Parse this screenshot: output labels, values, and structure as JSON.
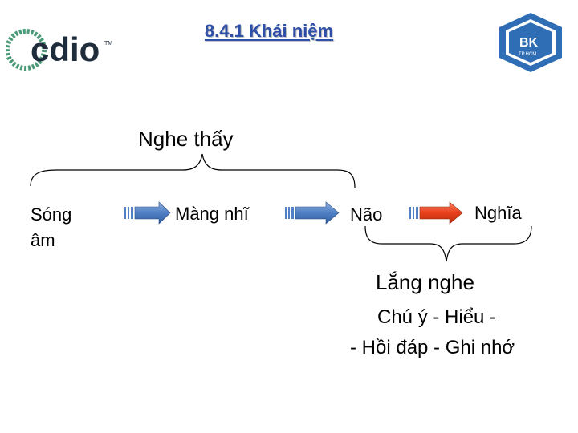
{
  "slide": {
    "title": "8.4.1 Khái niệm",
    "logo_left_text": "cdio",
    "logo_left_tm": "TM",
    "logo_right_text": "BK",
    "logo_right_sub": "TP.HCM"
  },
  "diagram": {
    "hearing_label": "Nghe thấy",
    "nodes": {
      "sound_line1": "Sóng",
      "sound_line2": "âm",
      "eardrum": "Màng nhĩ",
      "brain": "Não",
      "meaning": "Nghĩa"
    },
    "listening_label": "Lắng nghe",
    "listening_steps_line1": "Chú ý - Hiểu -",
    "listening_steps_line2": "- Hồi đáp - Ghi nhớ"
  },
  "colors": {
    "title": "#2e4fa8",
    "arrow_blue": "#4f7fc4",
    "arrow_red": "#e8401c",
    "logo_blue": "#2f6db5",
    "logo_dark": "#1f2c3c",
    "logo_green": "#4a9a77"
  },
  "icons": [
    "arrow-right-icon",
    "brace-icon"
  ]
}
